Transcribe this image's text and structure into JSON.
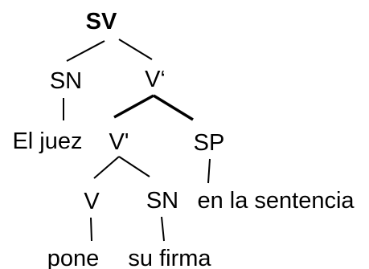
{
  "tree": {
    "root": {
      "label": "SV"
    },
    "sn_top": {
      "label": "SN"
    },
    "v_bar_top": {
      "label": "V‘"
    },
    "el_juez": {
      "label": "El juez"
    },
    "v_bar_inner": {
      "label": "V'"
    },
    "sp": {
      "label": "SP"
    },
    "v": {
      "label": "V"
    },
    "sn_inner": {
      "label": "SN"
    },
    "en_la_sentencia": {
      "label": "en la sentencia"
    },
    "pone": {
      "label": "pone"
    },
    "su_firma": {
      "label": "su firma"
    }
  }
}
